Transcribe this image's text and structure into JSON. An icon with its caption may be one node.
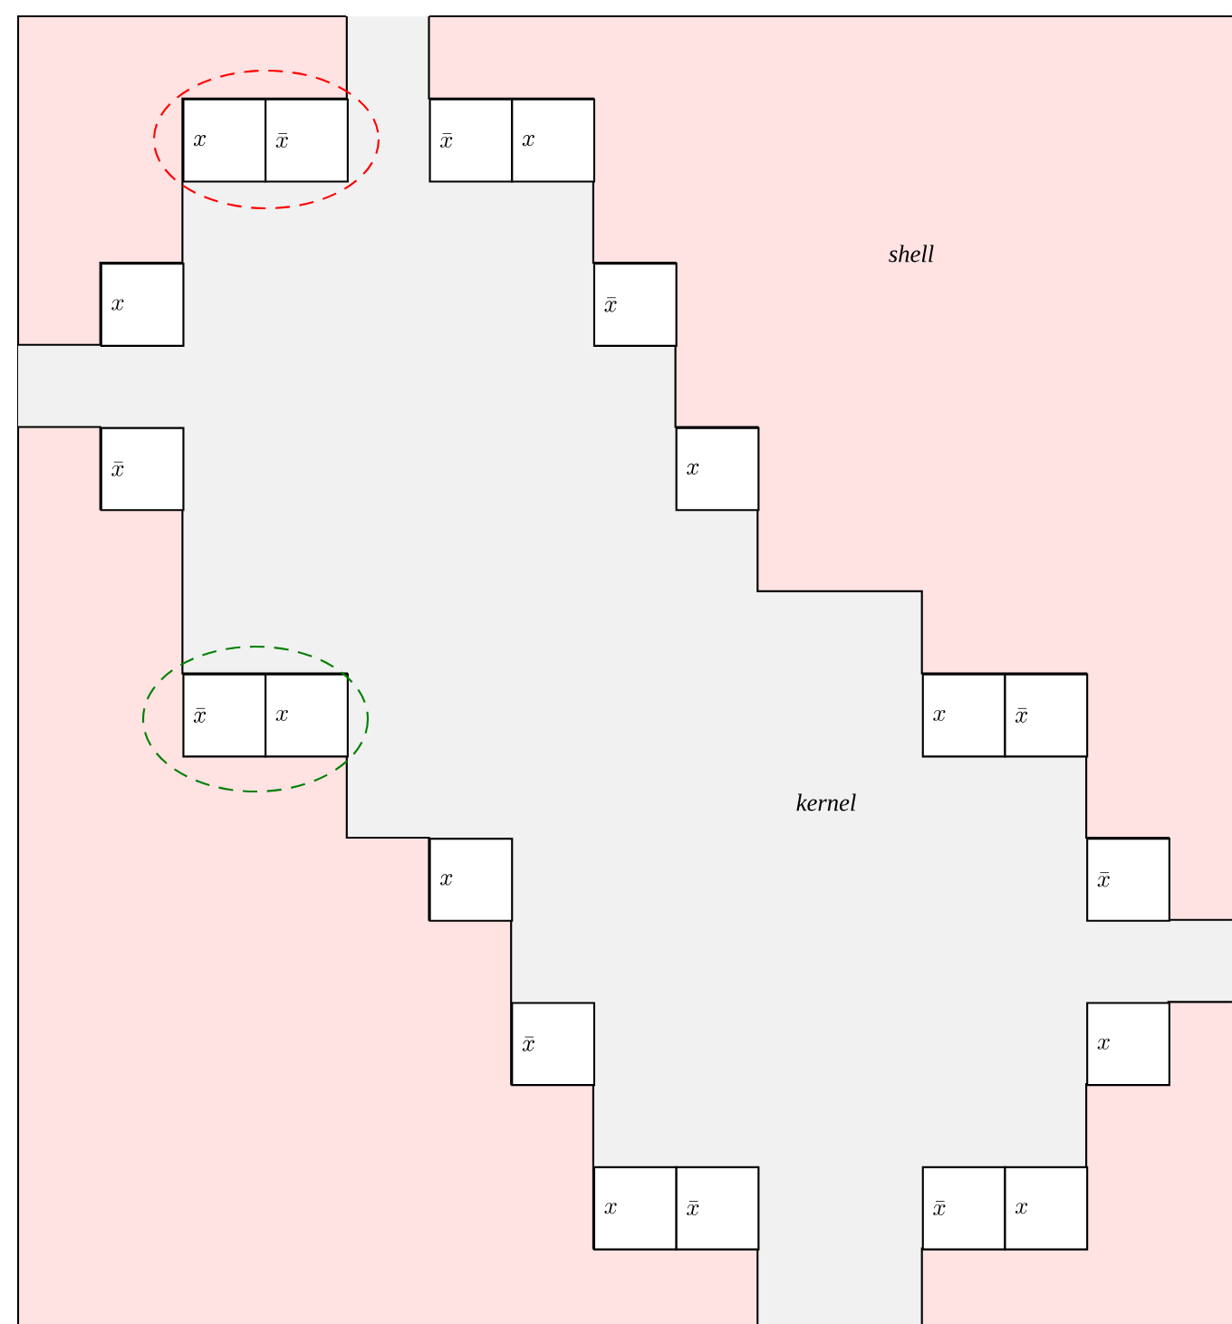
{
  "diagram": {
    "nodes": [
      {
        "text": [
          "shell"
        ]
      },
      {
        "text": [
          "kernel"
        ],
        "in": 0
      },
      {
        "text": [
          "x"
        ],
        "in": 0
      },
      {
        "text": [
          "\\bar{x}"
        ],
        "in": 0
      },
      {
        "text": [
          "\\bar{x}"
        ],
        "in": 0
      },
      {
        "text": [
          "x"
        ],
        "in": 0
      },
      {
        "text": [
          "x"
        ],
        "in": 0
      },
      {
        "text": [
          "\\bar{x}"
        ],
        "in": 0
      },
      {
        "text": [
          "\\bar{x}"
        ],
        "in": 0
      },
      {
        "text": [
          "x"
        ],
        "in": 0
      },
      {
        "text": [
          "\\bar{x}"
        ],
        "in": 0
      },
      {
        "text": [
          "x"
        ],
        "in": 0
      },
      {
        "text": [
          "x"
        ],
        "in": 0
      },
      {
        "text": [
          "\\bar{x}"
        ],
        "in": 0
      },
      {
        "text": [
          "x"
        ],
        "in": 0
      },
      {
        "text": [
          "\\bar{x}"
        ],
        "in": 0
      },
      {
        "text": [
          "\\bar{x}"
        ],
        "in": 0
      },
      {
        "text": [
          "x"
        ],
        "in": 0
      },
      {
        "text": [
          "x"
        ],
        "in": 0
      },
      {
        "text": [
          "\\bar{x}"
        ],
        "in": 0
      },
      {
        "text": [
          "\\bar{x}"
        ],
        "in": 0
      },
      {
        "text": [
          "x"
        ],
        "in": 0
      }
    ]
  }
}
